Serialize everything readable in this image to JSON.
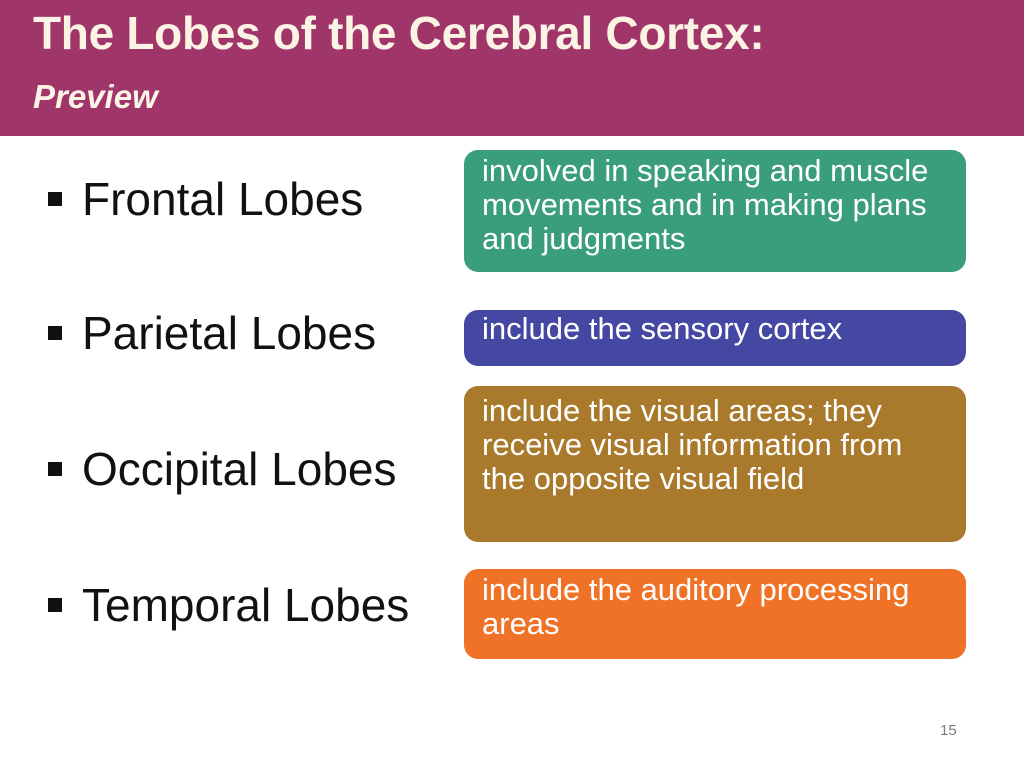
{
  "slide": {
    "title": "The Lobes of the Cerebral Cortex:",
    "subtitle": "Preview",
    "page_number": "15"
  },
  "lobes": [
    {
      "name": "Frontal Lobes",
      "description": "involved in speaking and muscle movements and in making plans and judgments",
      "color": "#3a9e7e"
    },
    {
      "name": "Parietal Lobes",
      "description": "include the sensory cortex",
      "color": "#4548a3"
    },
    {
      "name": "Occipital Lobes",
      "description": "include the visual areas; they receive visual information from the opposite visual field",
      "color": "#a97a2b"
    },
    {
      "name": "Temporal Lobes",
      "description": "include the auditory processing areas",
      "color": "#f07226"
    }
  ]
}
